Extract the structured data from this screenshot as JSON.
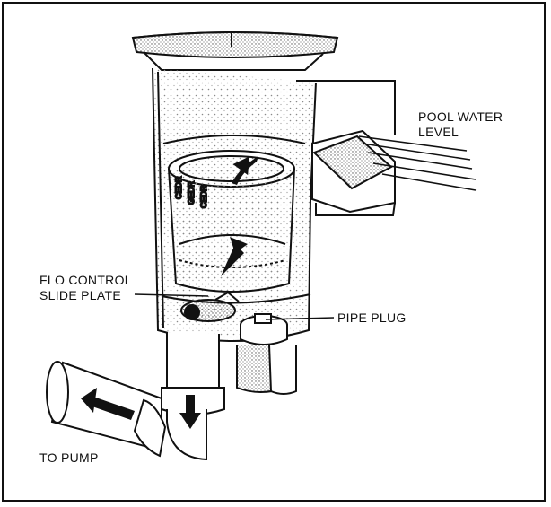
{
  "labels": {
    "pool_water_level_line1": "POOL WATER",
    "pool_water_level_line2": "LEVEL",
    "flo_control_line1": "FLO CONTROL",
    "flo_control_line2": "SLIDE PLATE",
    "pipe_plug": "PIPE PLUG",
    "to_pump": "TO PUMP"
  },
  "colors": {
    "ink": "#111111",
    "paper": "#ffffff",
    "stipple": "#9a9a9a"
  }
}
